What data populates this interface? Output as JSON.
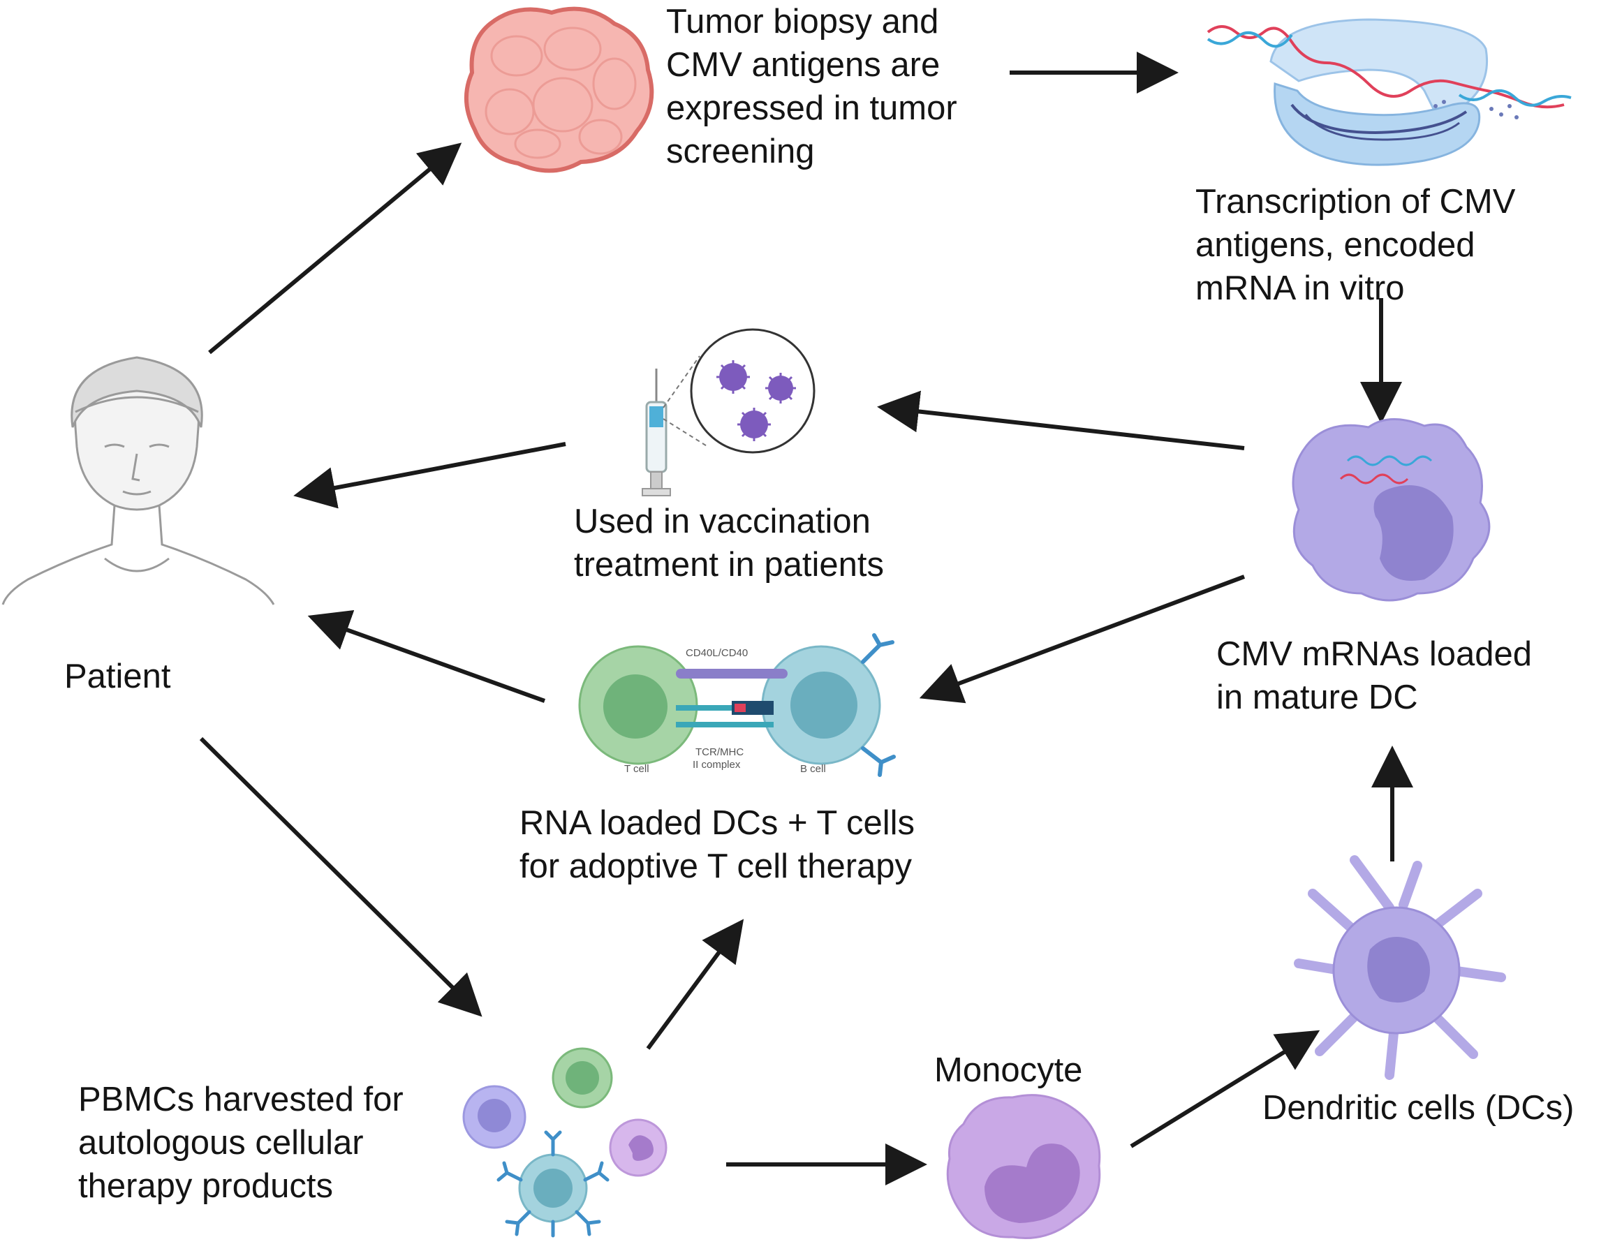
{
  "labels": {
    "tumor": "Tumor biopsy and\nCMV antigens are\nexpressed in tumor\nscreening",
    "transcription": "Transcription of CMV\nantigens, encoded\nmRNA in vitro",
    "vaccination": "Used in vaccination\ntreatment in patients",
    "cmv_dc": "CMV mRNAs loaded\nin mature DC",
    "patient": "Patient",
    "adoptive": "RNA loaded DCs + T cells\nfor adoptive T cell therapy",
    "pbmc": "PBMCs harvested for\nautologous cellular\ntherapy products",
    "monocyte": "Monocyte",
    "dendritic": "Dendritic cells (DCs)"
  },
  "synapse_labels": {
    "cd40": "CD40L/CD40",
    "tcr": "TCR/MHC\nII complex",
    "t_cell": "T cell",
    "b_cell": "B cell"
  },
  "colors": {
    "arrow": "#1a1a1a",
    "tumor_fill": "#f6b6b1",
    "tumor_stroke": "#d86b66",
    "dc_fill": "#b3a9e6",
    "dc_nucleus": "#8f83cf",
    "monocyte_fill": "#c9a8e6",
    "monocyte_nucleus": "#a57bcb",
    "t_cell_fill": "#a6d4a6",
    "t_cell_nucleus": "#6fb37a",
    "b_cell_fill": "#a4d3de",
    "b_cell_nucleus": "#6aaebe",
    "antibody": "#3f8fc8",
    "rna_red": "#e0405a",
    "rna_blue": "#3aa7d8",
    "ribosome": "#b5d6f2"
  }
}
